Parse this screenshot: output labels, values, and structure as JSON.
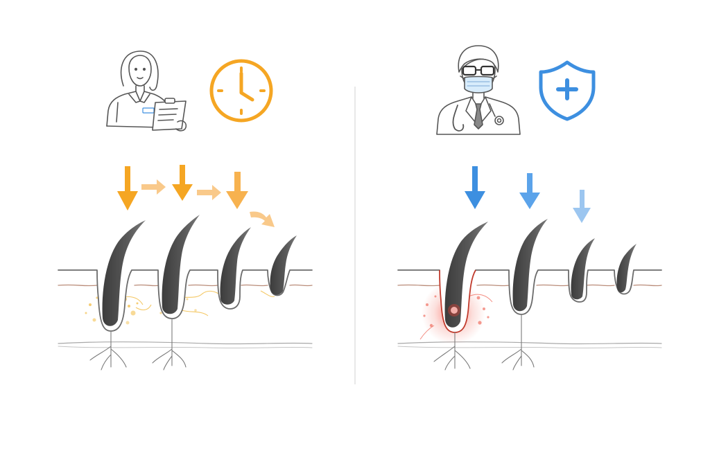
{
  "panels": [
    {
      "id": "left",
      "figure": "nurse-with-clipboard",
      "badge_icon": "clock-icon",
      "accent": "#F5A623",
      "accent_light": "#F9C98A",
      "tissue_effect": "scattered-yellow-damage",
      "hairs_depicted": 4,
      "arrow_sequence": "down-right-down-right-down-diagonal"
    },
    {
      "id": "right",
      "figure": "doctor-with-mask-and-glasses",
      "badge_icon": "medical-shield-icon",
      "accent": "#3D8FE0",
      "accent_light": "#9CC6F0",
      "tissue_effect": "focused-red-follicle-target",
      "hairs_depicted": 4,
      "arrow_sequence": "down-down-down"
    }
  ],
  "colors": {
    "line": "#6b6b6b",
    "hair": "#4a4a4a",
    "skin_layer": "#b98b78",
    "divider": "#d9d9d9",
    "damage_yellow": "#F3C152",
    "damage_red": "#EE5A4A"
  }
}
